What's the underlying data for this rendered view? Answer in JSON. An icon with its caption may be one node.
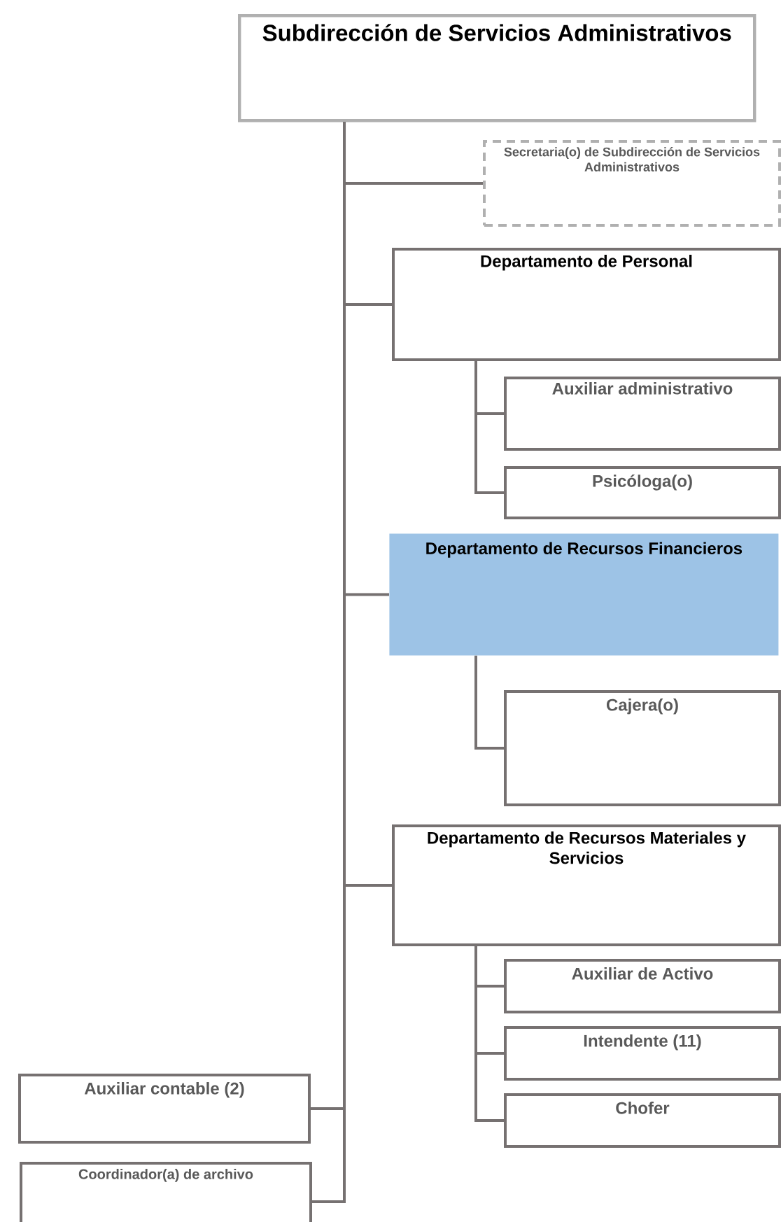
{
  "diagram": {
    "nodes": [
      {
        "text": [
          "Subdirección de Servicios Administrativos"
        ]
      },
      {
        "text": [
          "Secretaria(o) de Subdirección de Servicios Administrativos"
        ]
      },
      {
        "text": [
          "Departamento de Personal"
        ]
      },
      {
        "text": [
          "Auxiliar administrativo"
        ]
      },
      {
        "text": [
          "Psicóloga(o)"
        ]
      },
      {
        "text": [
          "Departamento de Recursos Financieros"
        ]
      },
      {
        "text": [
          "Cajera(o)"
        ]
      },
      {
        "text": [
          "Departamento de Recursos Materiales y Servicios"
        ]
      },
      {
        "text": [
          "Auxiliar de Activo"
        ]
      },
      {
        "text": [
          "Intendente (11)"
        ]
      },
      {
        "text": [
          "Chofer"
        ]
      },
      {
        "text": [
          "Auxiliar contable (2)"
        ]
      },
      {
        "text": [
          "Coordinador(a) de archivo"
        ]
      }
    ],
    "edges": [
      {
        "from": 0,
        "to": 1,
        "arrow": "none"
      },
      {
        "from": 0,
        "to": 2,
        "arrow": "none"
      },
      {
        "from": 2,
        "to": 3,
        "arrow": "none"
      },
      {
        "from": 2,
        "to": 4,
        "arrow": "none"
      },
      {
        "from": 0,
        "to": 5,
        "arrow": "none"
      },
      {
        "from": 5,
        "to": 6,
        "arrow": "none"
      },
      {
        "from": 0,
        "to": 7,
        "arrow": "none"
      },
      {
        "from": 7,
        "to": 8,
        "arrow": "none"
      },
      {
        "from": 7,
        "to": 9,
        "arrow": "none"
      },
      {
        "from": 7,
        "to": 10,
        "arrow": "none"
      },
      {
        "from": 0,
        "to": 11,
        "arrow": "none"
      },
      {
        "from": 0,
        "to": 12,
        "arrow": "none"
      }
    ]
  }
}
